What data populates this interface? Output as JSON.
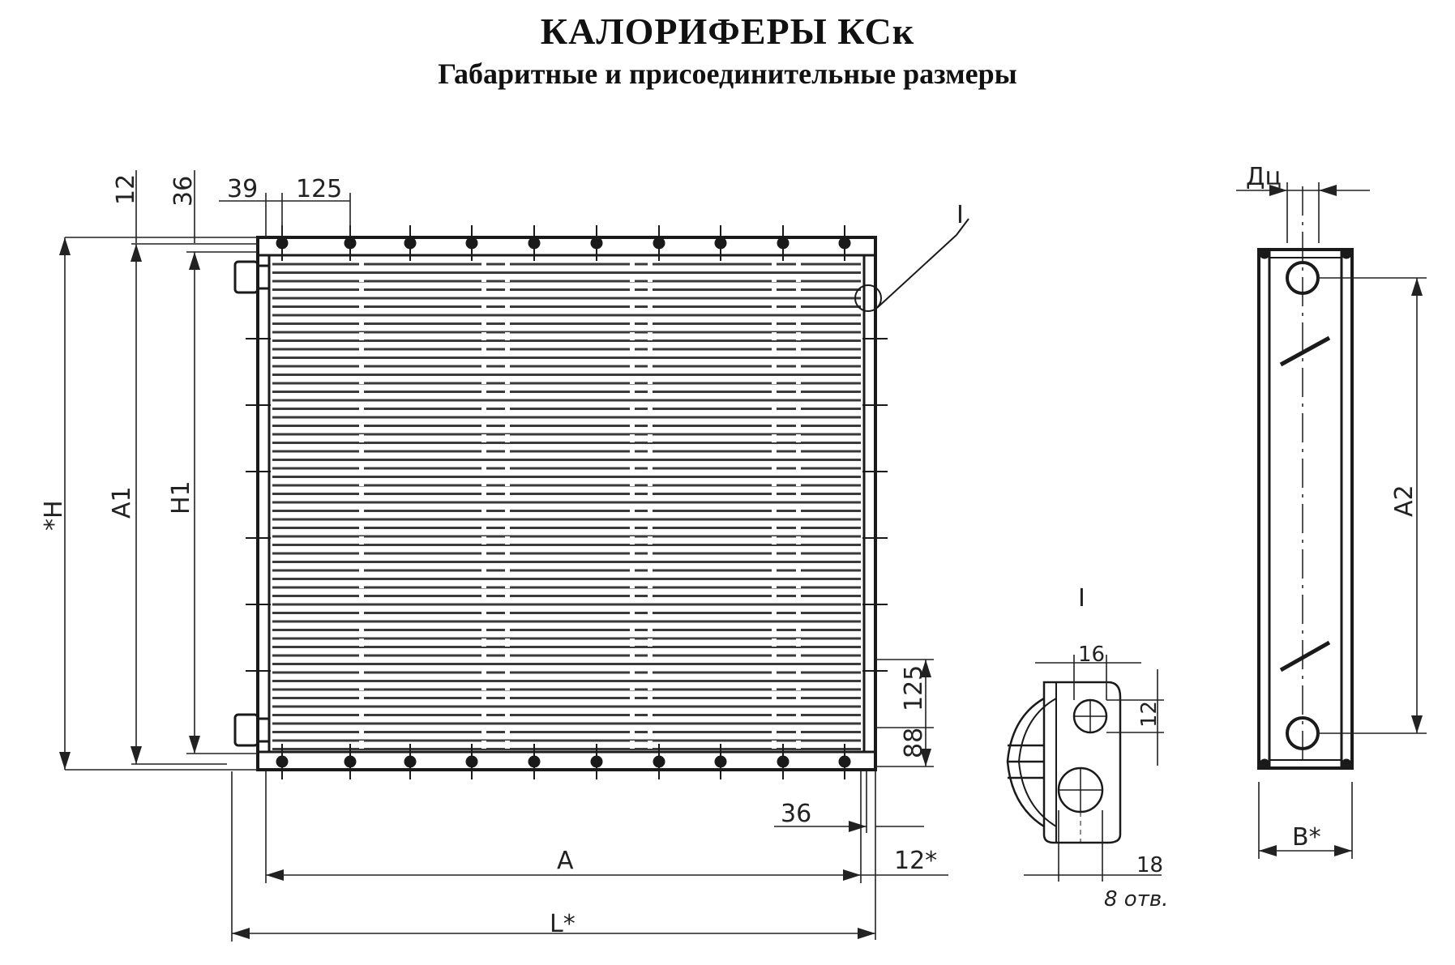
{
  "title": "КАЛОРИФЕРЫ КСк",
  "subtitle": "Габаритные и присоединительные размеры",
  "front_view": {
    "dims": {
      "d12_top": "12",
      "d36_top": "36",
      "d39": "39",
      "d125_top": "125",
      "H": "*H",
      "A1": "A1",
      "H1": "H1",
      "d125_right": "125",
      "d88": "88",
      "d36_bottom": "36",
      "d12_bottom": "12*",
      "A": "A",
      "L": "L*"
    },
    "callout": "I"
  },
  "detail_view": {
    "label": "I",
    "dims": {
      "d16": "16",
      "d12": "12",
      "d18": "18",
      "holes": "8 отв."
    }
  },
  "side_view": {
    "dims": {
      "Du": "Дц",
      "A2": "A2",
      "B": "B*"
    }
  }
}
